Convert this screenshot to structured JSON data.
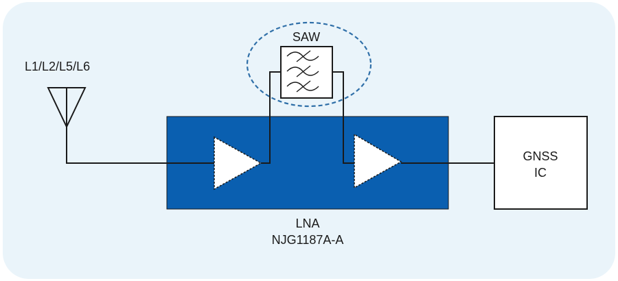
{
  "antenna": {
    "label": "L1/L2/L5/L6"
  },
  "saw": {
    "label": "SAW"
  },
  "lna": {
    "label_line1": "LNA",
    "label_line2": "NJG1187A-A"
  },
  "gnss_ic": {
    "label_line1": "GNSS",
    "label_line2": "IC"
  },
  "colors": {
    "panel_background": "#eaf4fa",
    "lna_block": "#0a5fb0",
    "saw_highlight": "#2f6fa8",
    "wire": "#1a1a1a"
  },
  "icons": {
    "antenna": "antenna-icon",
    "amplifier": "amplifier-triangle-icon",
    "filter": "filter-wave-icon"
  }
}
